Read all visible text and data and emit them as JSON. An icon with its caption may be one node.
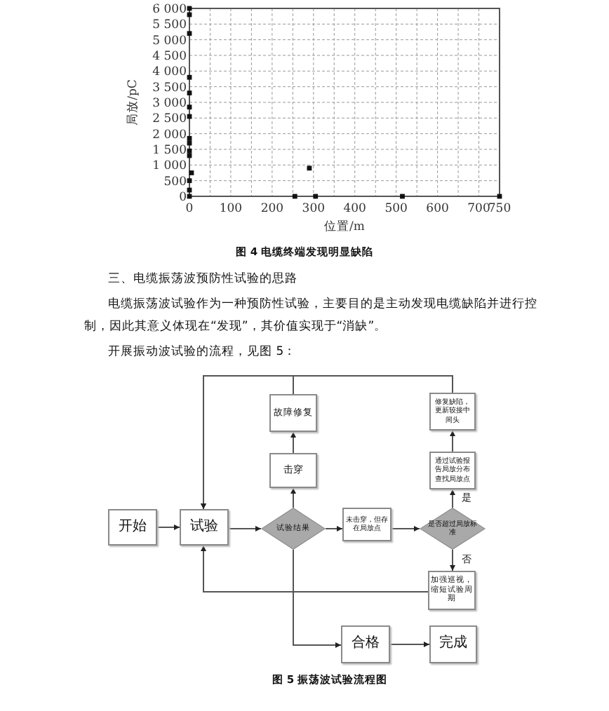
{
  "diagram": {
    "caption": "图 5 振荡波试验流程图",
    "nodes": [
      {
        "text": [
          "开始"
        ]
      },
      {
        "text": [
          "试验"
        ]
      },
      {
        "text": [
          "试验结果"
        ]
      },
      {
        "text": [
          "击穿"
        ]
      },
      {
        "text": [
          "故障修复"
        ]
      },
      {
        "text": [
          "未击穿，但存在局放点"
        ]
      },
      {
        "text": [
          "是否超过局放标准"
        ]
      },
      {
        "text": [
          "通过试验报告局放分布查找局放点"
        ]
      },
      {
        "text": [
          "修复缺陷，更新较接中间头"
        ]
      },
      {
        "text": [
          "加强巡视，缩短试验周期"
        ]
      },
      {
        "text": [
          "合格"
        ]
      },
      {
        "text": [
          "完成"
        ]
      }
    ],
    "edges": [
      {
        "from": 0,
        "to": 1,
        "arrow": "to"
      },
      {
        "from": 1,
        "to": 2,
        "arrow": "to"
      },
      {
        "from": 2,
        "to": 3,
        "arrow": "to"
      },
      {
        "from": 3,
        "to": 4,
        "arrow": "to"
      },
      {
        "from": 4,
        "to": 1,
        "arrow": "to"
      },
      {
        "from": 2,
        "to": 5,
        "arrow": "to"
      },
      {
        "from": 5,
        "to": 6,
        "arrow": "to"
      },
      {
        "from": 6,
        "to": 7,
        "arrow": "to",
        "label": "是"
      },
      {
        "from": 7,
        "to": 8,
        "arrow": "to"
      },
      {
        "from": 8,
        "to": 1,
        "arrow": "to"
      },
      {
        "from": 6,
        "to": 9,
        "arrow": "to",
        "label": "否"
      },
      {
        "from": 9,
        "to": 1,
        "arrow": "to"
      },
      {
        "from": 2,
        "to": 10,
        "arrow": "to"
      },
      {
        "from": 10,
        "to": 11,
        "arrow": "to"
      }
    ],
    "labels": [
      "图 4 电缆终端发现明显缺陷",
      "三、电缆振荡波预防性试验的思路",
      "电缆振荡波试验作为一种预防性试验，主要目的是主动发现电缆缺陷并进行控制，因此其意义体现在“发现”，其价值实现于“消缺”。",
      "开展振动波试验的流程，见图 5："
    ],
    "chart_data": {
      "type": "scatter",
      "grid": true,
      "xlabel": "位置/m",
      "ylabel": "局放/pC",
      "xlim": [
        0,
        750
      ],
      "ylim": [
        0,
        6000
      ],
      "x": [
        0,
        0,
        0,
        0,
        0,
        0,
        0,
        0,
        0,
        0,
        0,
        5,
        0,
        0,
        0,
        290,
        255,
        305,
        515,
        750
      ],
      "values": [
        6000,
        5800,
        5200,
        3800,
        3300,
        2850,
        2550,
        1850,
        1700,
        1450,
        1300,
        750,
        500,
        200,
        0,
        900,
        0,
        0,
        0,
        0
      ],
      "xticks": [
        0,
        100,
        200,
        300,
        400,
        500,
        600,
        700,
        750
      ],
      "yticks": [
        {
          "value": 0,
          "label": "0"
        },
        {
          "value": 500,
          "label": "500"
        },
        {
          "value": 1000,
          "label": "1 000"
        },
        {
          "value": 1500,
          "label": "1 500"
        },
        {
          "value": 2000,
          "label": "2 000"
        },
        {
          "value": 2500,
          "label": "2 500"
        },
        {
          "value": 3000,
          "label": "3 000"
        },
        {
          "value": 3500,
          "label": "3 500"
        },
        {
          "value": 4000,
          "label": "4 000"
        },
        {
          "value": 4500,
          "label": "4 500"
        },
        {
          "value": 5000,
          "label": "5 000"
        },
        {
          "value": 5500,
          "label": "5 500"
        },
        {
          "value": 6000,
          "label": "6 000"
        }
      ]
    }
  }
}
